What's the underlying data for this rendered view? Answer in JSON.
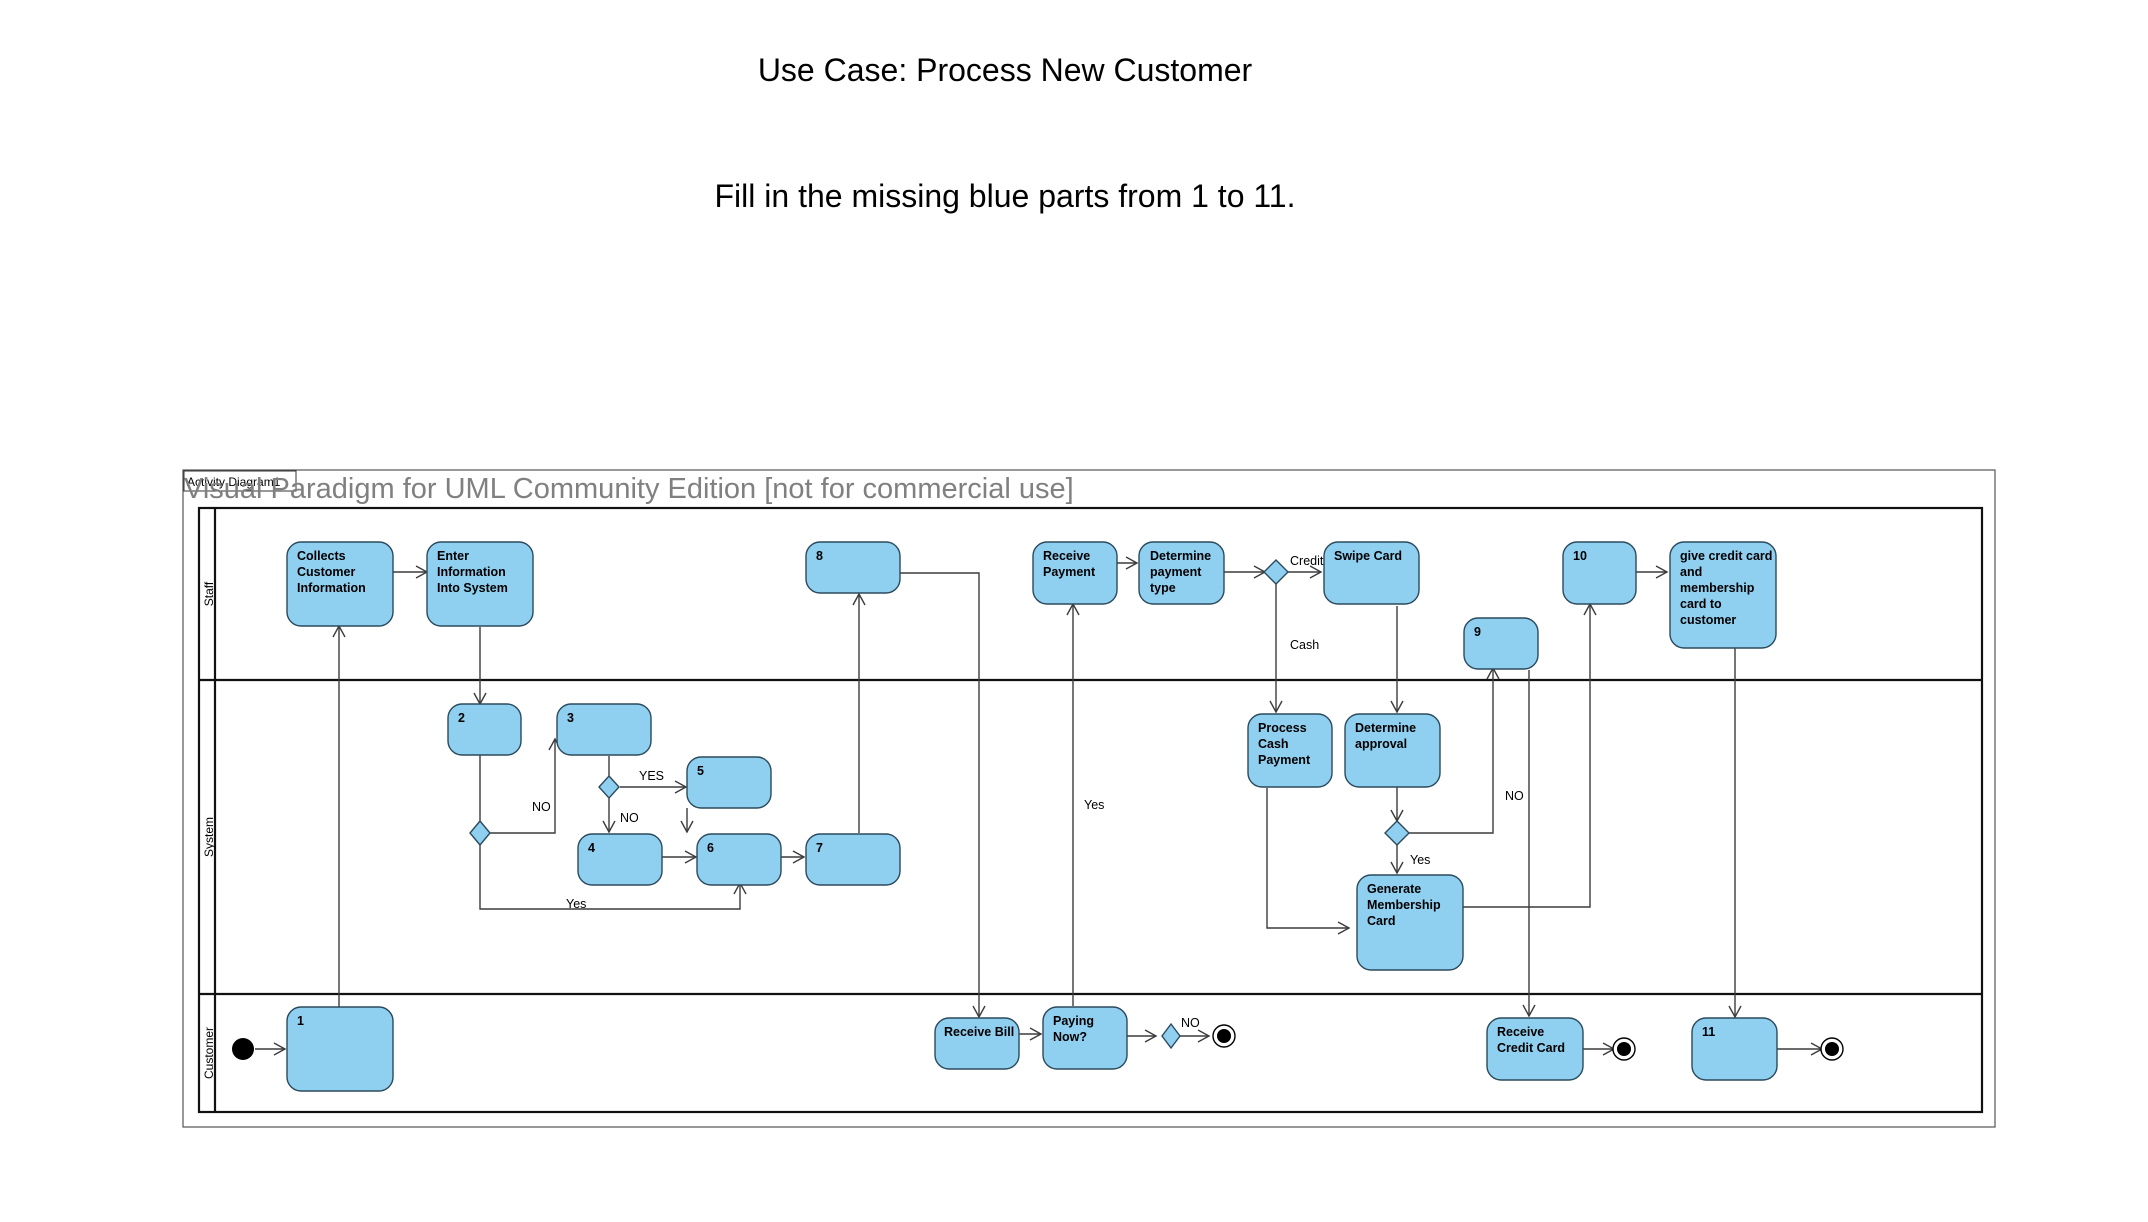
{
  "header": {
    "title": "Use Case: Process New Customer",
    "instruction": "Fill in the missing blue parts from 1 to 11."
  },
  "diagram": {
    "frame_label": "Activity Diagram1",
    "watermark": "Visual Paradigm for UML Community Edition [not for commercial use]",
    "lanes": [
      "Staff",
      "System",
      "Customer"
    ],
    "nodes": {
      "collects": [
        "Collects",
        "Customer",
        "Information"
      ],
      "enter": [
        "Enter",
        "Information",
        "Into System"
      ],
      "n8": [
        "8"
      ],
      "receive_payment": [
        "Receive",
        "Payment"
      ],
      "determine_payment": [
        "Determine",
        "payment",
        "type"
      ],
      "swipe_card": [
        "Swipe Card"
      ],
      "n10": [
        "10"
      ],
      "give_card": [
        "give credit card",
        "and",
        "membership",
        "card to",
        "customer"
      ],
      "n9": [
        "9"
      ],
      "n2": [
        "2"
      ],
      "n3": [
        "3"
      ],
      "n5": [
        "5"
      ],
      "n4": [
        "4"
      ],
      "n6": [
        "6"
      ],
      "n7": [
        "7"
      ],
      "process_cash": [
        "Process",
        "Cash",
        "Payment"
      ],
      "determine_approval": [
        "Determine",
        "approval"
      ],
      "generate_card": [
        "Generate",
        "Membership",
        "Card"
      ],
      "n1": [
        "1"
      ],
      "receive_bill": [
        "Receive Bill"
      ],
      "paying_now": [
        "Paying",
        "Now?"
      ],
      "receive_credit": [
        "Receive",
        "Credit Card"
      ],
      "n11": [
        "11"
      ]
    },
    "guards": {
      "credit": "Credit",
      "cash": "Cash",
      "no_2": "NO",
      "yes_3": "YES",
      "no_3": "NO",
      "yes_2": "Yes",
      "yes_pay": "Yes",
      "no_approval": "NO",
      "yes_approval": "Yes",
      "no_pay": "NO"
    },
    "colors": {
      "node_fill": "#8fcff0",
      "node_stroke": "#2b4a5c",
      "line": "#3c3c3c"
    }
  }
}
